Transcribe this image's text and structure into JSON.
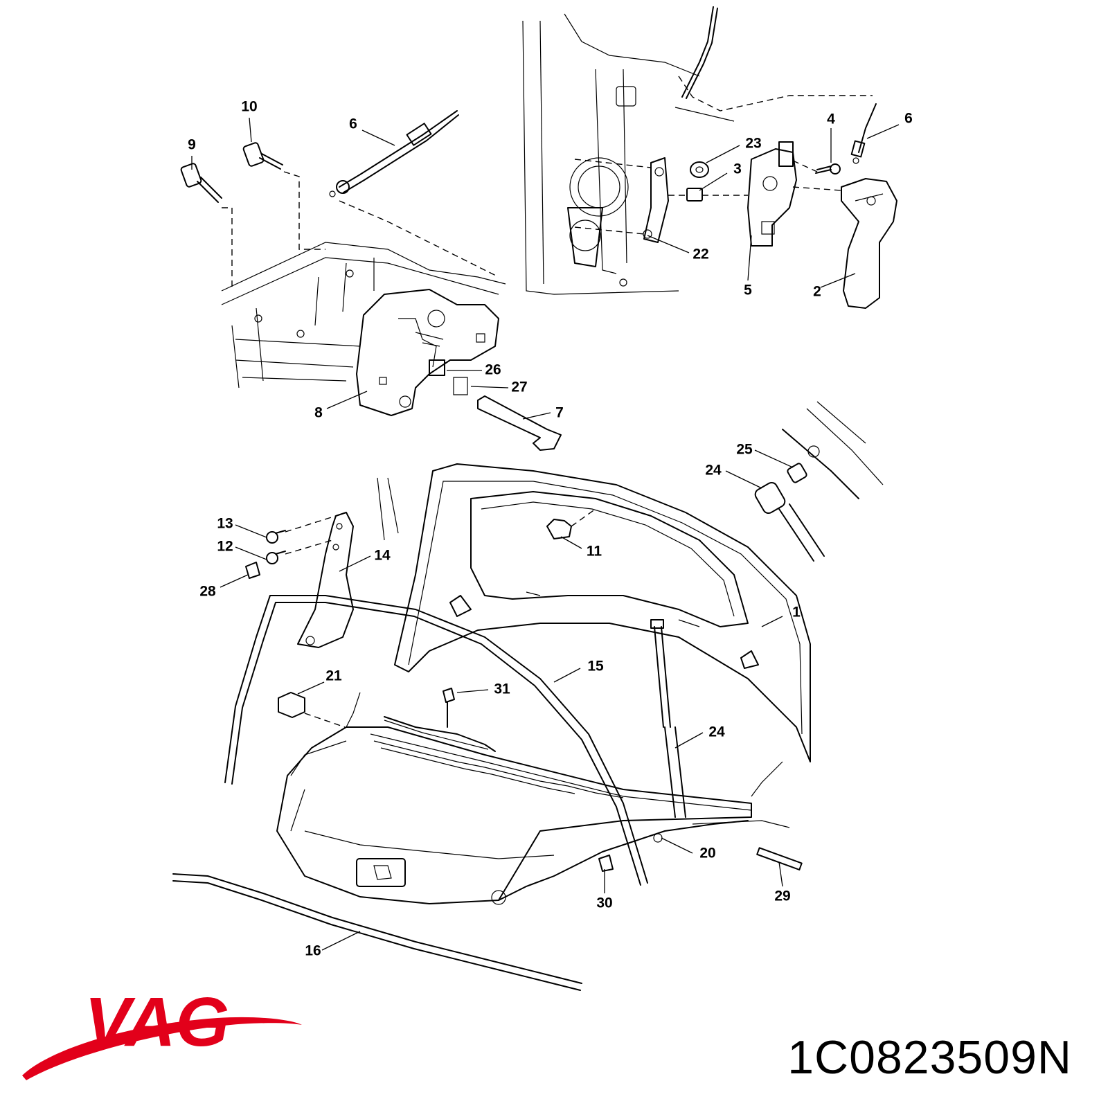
{
  "brand": {
    "logo_text": "VAG",
    "color": "#e2001a"
  },
  "part_number": "1C0823509N",
  "callouts": [
    "1",
    "2",
    "3",
    "4",
    "5",
    "6",
    "6",
    "7",
    "8",
    "9",
    "10",
    "11",
    "12",
    "13",
    "14",
    "15",
    "16",
    "20",
    "21",
    "22",
    "23",
    "24",
    "24",
    "25",
    "26",
    "27",
    "28",
    "29",
    "30",
    "31"
  ]
}
